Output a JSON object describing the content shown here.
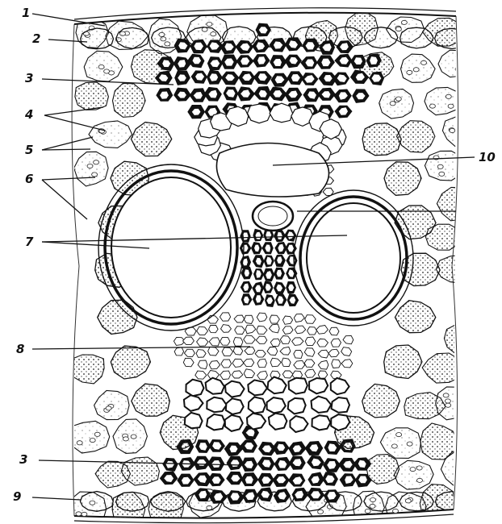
{
  "labels": {
    "l1": "1",
    "l2": "2",
    "l3a": "3",
    "l4": "4",
    "l5": "5",
    "l6": "6",
    "l7": "7",
    "l8": "8",
    "l3b": "3",
    "l9": "9",
    "l10": "10"
  }
}
